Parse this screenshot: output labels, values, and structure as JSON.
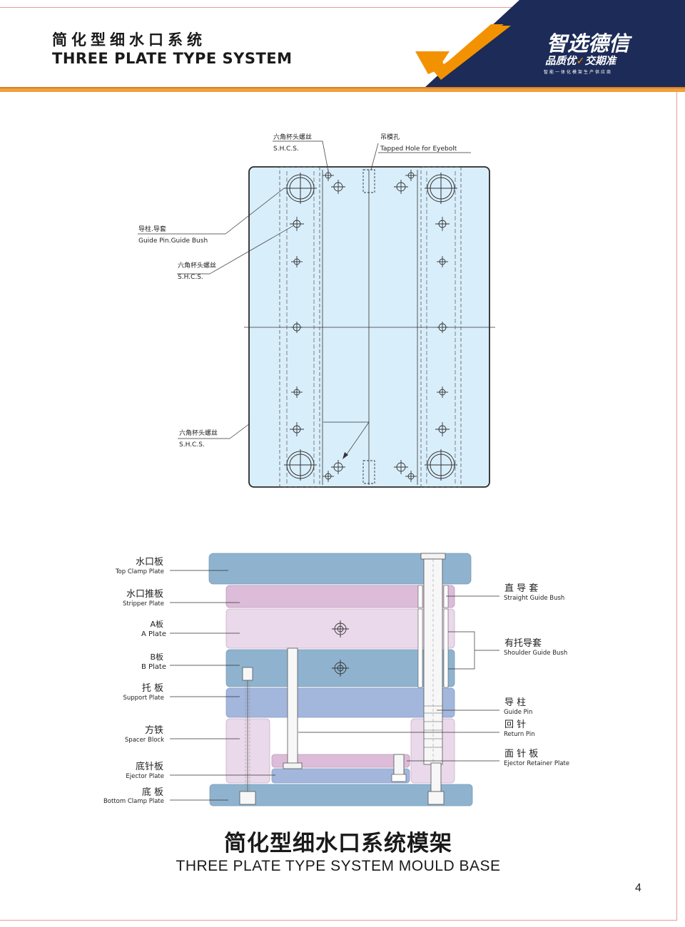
{
  "header": {
    "title_cn": "简化型细水口系统",
    "title_en": "THREE PLATE TYPE SYSTEM"
  },
  "brand": {
    "name": "智选德信",
    "slogan_left": "品质优",
    "slogan_right": "交期准",
    "sub": "智能一体化模架生产供应商",
    "colors": {
      "navy": "#1c2b57",
      "orange": "#f39200",
      "rule": "#f0a040"
    }
  },
  "top_view": {
    "labels": [
      {
        "cn": "六角杯头螺丝",
        "en": "S.H.C.S."
      },
      {
        "cn": "吊模孔",
        "en": "Tapped Hole for Eyebolt"
      },
      {
        "cn": "导柱.导套",
        "en": "Guide Pin.Guide Bush"
      },
      {
        "cn": "六角杯头螺丝",
        "en": "S.H.C.S."
      },
      {
        "cn": "六角杯头螺丝",
        "en": "S.H.C.S."
      }
    ],
    "colors": {
      "plate": "#d9eefb",
      "outline": "#2a2a2a"
    }
  },
  "section_view": {
    "left_labels": [
      {
        "cn": "水口板",
        "en": "Top Clamp Plate"
      },
      {
        "cn": "水口推板",
        "en": "Stripper Plate"
      },
      {
        "cn": "A板",
        "en": "A Plate"
      },
      {
        "cn": "B板",
        "en": "B Plate"
      },
      {
        "cn": "托 板",
        "en": "Support Plate"
      },
      {
        "cn": "方铁",
        "en": "Spacer Block"
      },
      {
        "cn": "底针板",
        "en": "Ejector Plate"
      },
      {
        "cn": "底 板",
        "en": "Bottom Clamp Plate"
      }
    ],
    "right_labels": [
      {
        "cn": "直 导 套",
        "en": "Straight Guide Bush"
      },
      {
        "cn": "有托导套",
        "en": "Shoulder Guide Bush"
      },
      {
        "cn": "导 柱",
        "en": "Guide Pin"
      },
      {
        "cn": "回 针",
        "en": "Return Pin"
      },
      {
        "cn": "面 针 板",
        "en": "Ejector Retainer Plate"
      }
    ],
    "colors": {
      "top_clamp": "#8fb3cf",
      "stripper": "#dcbcd9",
      "a_plate": "#ead9ea",
      "b_plate": "#8fb3cf",
      "support": "#a3b6dc",
      "spacer": "#ead9ea",
      "ejector_retainer": "#dcbcd9",
      "ejector": "#a3b6dc",
      "bottom_clamp": "#8fb3cf"
    }
  },
  "footer": {
    "title_cn": "简化型细水口系统模架",
    "title_en": "THREE PLATE TYPE SYSTEM MOULD BASE",
    "page": "4"
  }
}
